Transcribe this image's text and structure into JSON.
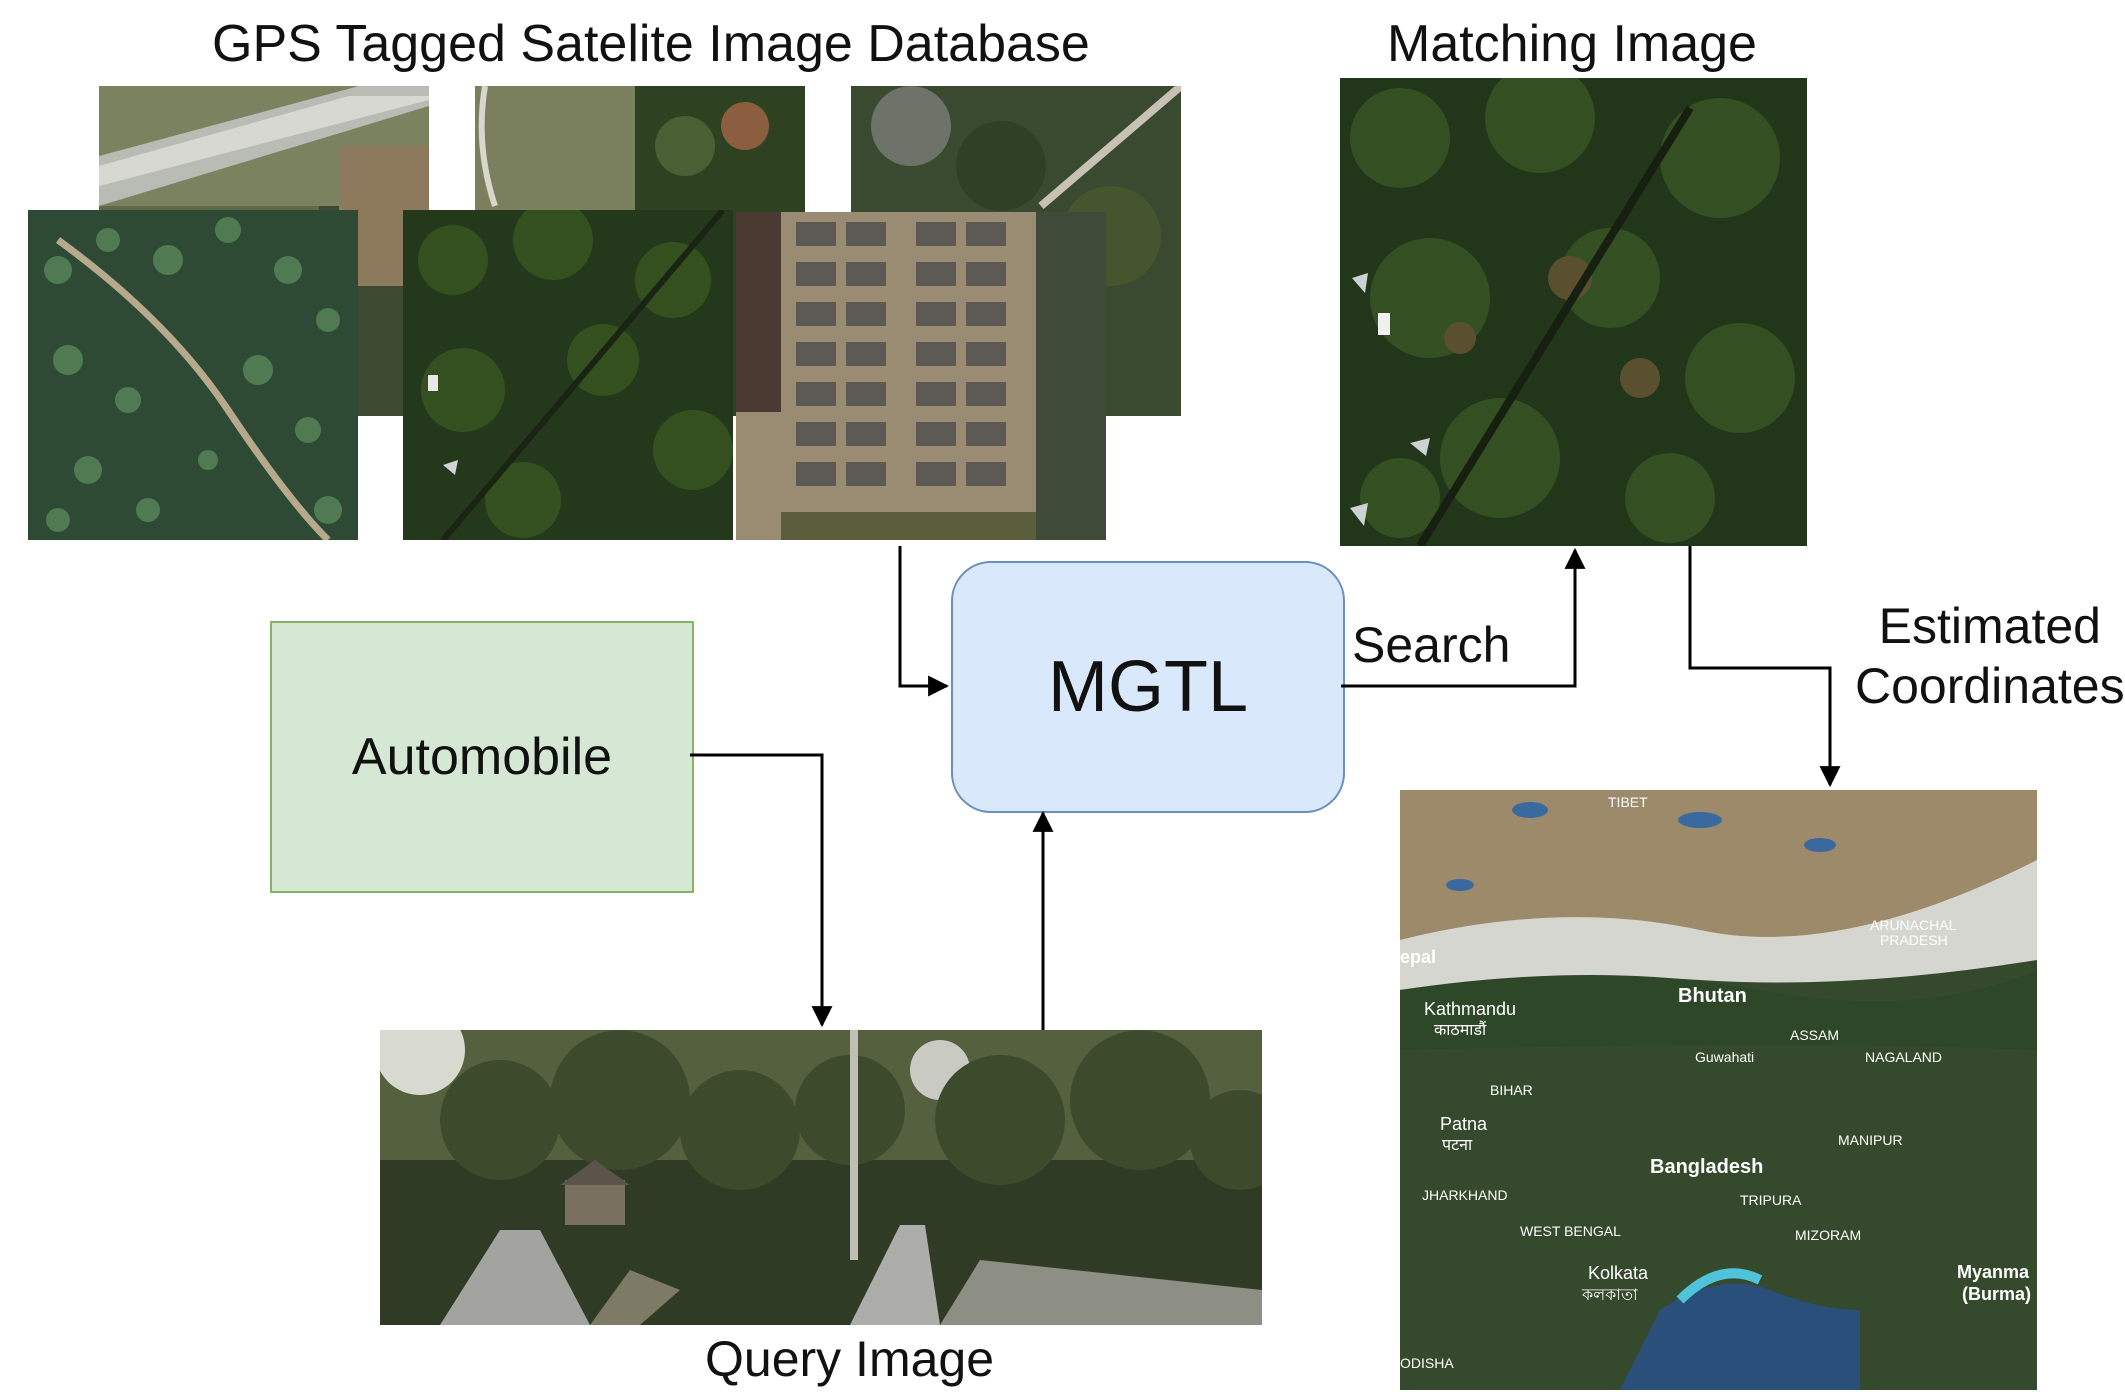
{
  "labels": {
    "database_title": "GPS Tagged Satelite Image Database",
    "matching_title": "Matching Image",
    "query_title": "Query Image",
    "search": "Search",
    "estimated_line1": "Estimated",
    "estimated_line2": "Coordinates"
  },
  "nodes": {
    "mgtl": "MGTL",
    "automobile": "Automobile"
  },
  "map": {
    "places": {
      "tibet": "TIBET",
      "nepal": "epal",
      "kathmandu": "Kathmandu",
      "kathmandu_local": "काठमाडौं",
      "bhutan": "Bhutan",
      "arunachal1": "ARUNACHAL",
      "arunachal2": "PRADESH",
      "assam": "ASSAM",
      "guwahati": "Guwahati",
      "nagaland": "NAGALAND",
      "bihar": "BIHAR",
      "patna": "Patna",
      "patna_local": "पटना",
      "manipur": "MANIPUR",
      "bangladesh": "Bangladesh",
      "jharkhand": "JHARKHAND",
      "tripura": "TRIPURA",
      "west_bengal": "WEST BENGAL",
      "mizoram": "MIZORAM",
      "kolkata": "Kolkata",
      "kolkata_local": "কলকাতা",
      "myanmar1": "Myanma",
      "myanmar2": "(Burma)",
      "odisha": "ODISHA"
    }
  },
  "colors": {
    "mgtl_fill": "#dae8fc",
    "mgtl_stroke": "#6c8ebf",
    "auto_fill": "#d5e8d4",
    "auto_stroke": "#82b366",
    "arrow": "#000000"
  }
}
